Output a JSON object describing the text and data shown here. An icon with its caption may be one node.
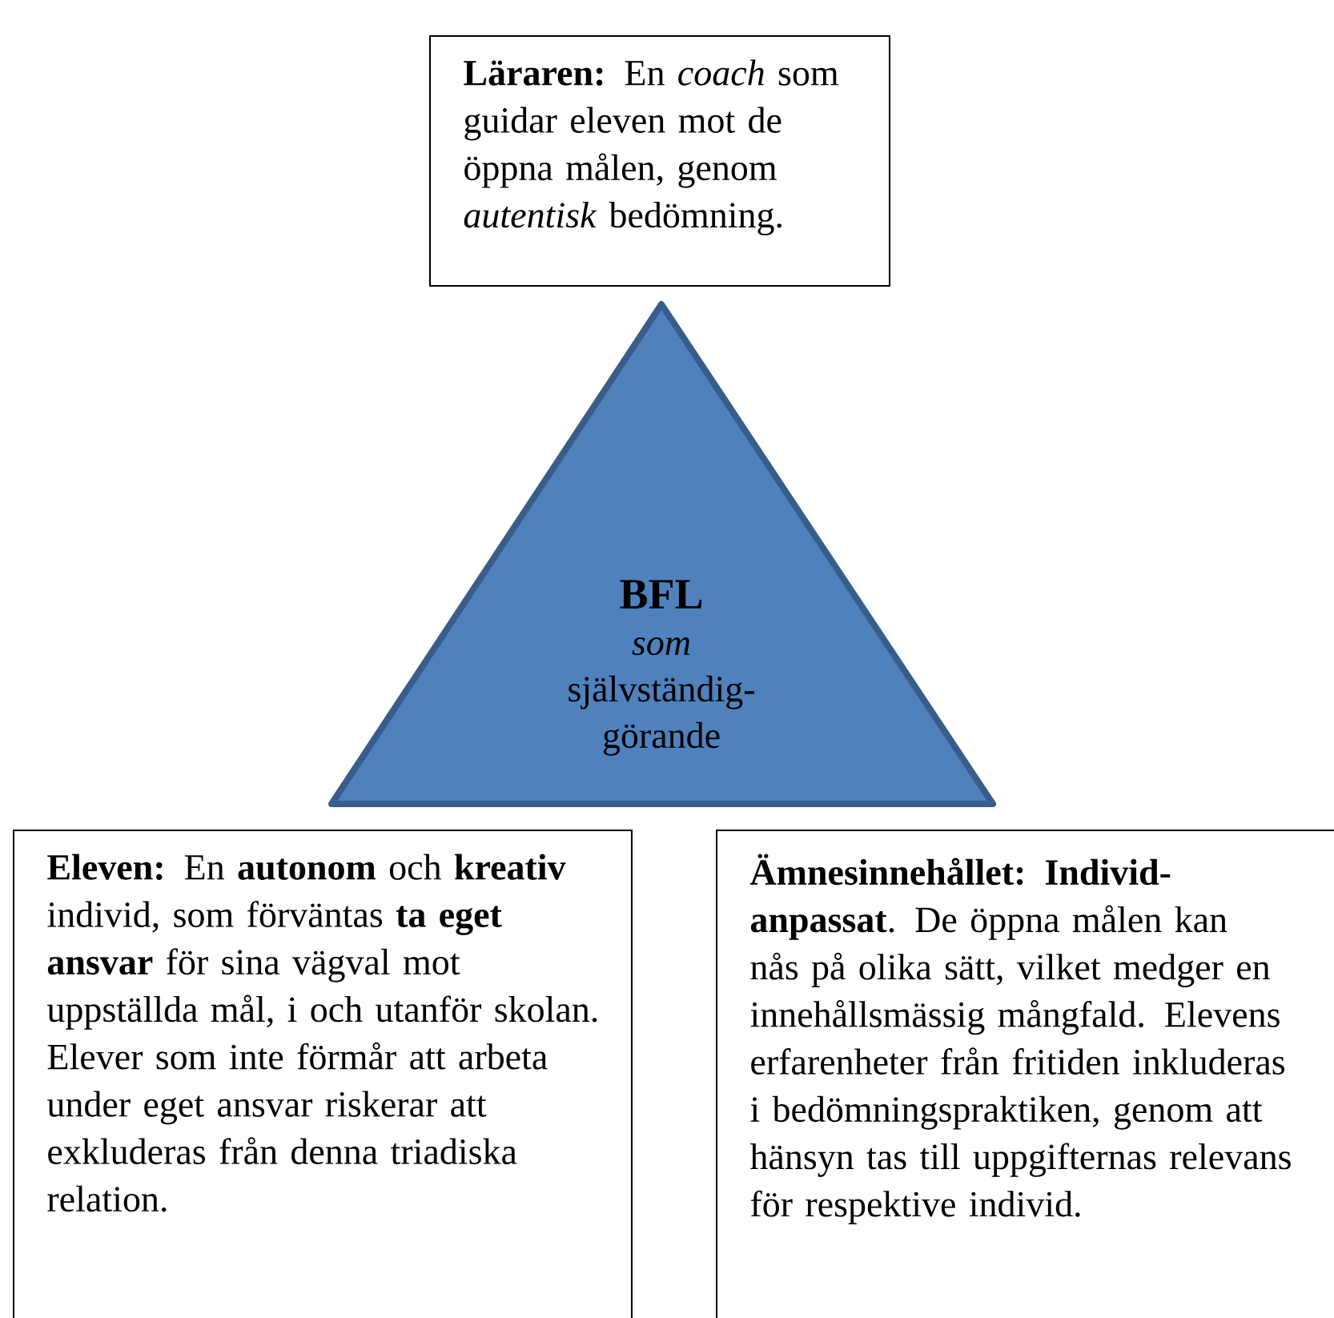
{
  "diagram": {
    "nodes": [
      {
        "text": [
          "**Läraren:** En *coach* som guidar eleven mot de öppna målen, genom *autentisk* bedömning."
        ]
      },
      {
        "text": [
          "BFL",
          "som",
          "självständig- görande"
        ]
      },
      {
        "text": [
          "**Eleven:** En **autonom** och **kreativ** individ, som förväntas **ta eget ansvar** för sina vägval mot uppställda mål, i och utanför skolan. Elever som inte förmår att arbeta under eget ansvar riskerar att exkluderas från denna triadiska relation."
        ]
      },
      {
        "text": [
          "**Ämnesinnehållet:** **Individ- anpassat**. De öppna målen kan nås på olika sätt, vilket medger en innehållsmässig mångfald. Elevens erfarenheter från fritiden inkluderas i bedömningspraktiken, genom att hänsyn tas till uppgifternas relevans för respektive individ."
        ]
      }
    ]
  }
}
